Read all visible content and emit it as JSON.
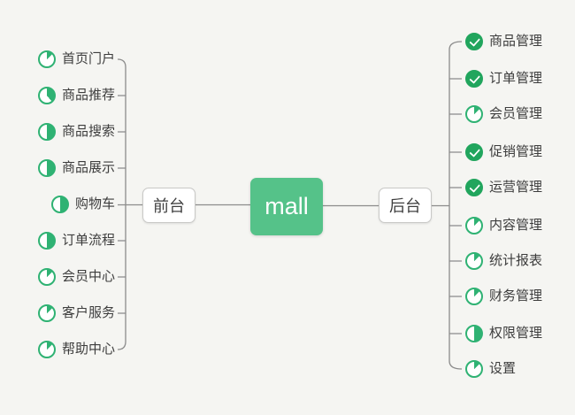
{
  "colors": {
    "background": "#f5f5f2",
    "root_green": "#55c289",
    "icon_green": "#2fb273",
    "done_green": "#21a55d",
    "line_gray": "#8b8b8b"
  },
  "root": {
    "label": "mall"
  },
  "branches": {
    "front": {
      "label": "前台",
      "items": [
        {
          "label": "首页门户",
          "progress": "12.5"
        },
        {
          "label": "商品推荐",
          "progress": "37.5"
        },
        {
          "label": "商品搜索",
          "progress": "50"
        },
        {
          "label": "商品展示",
          "progress": "50"
        },
        {
          "label": "购物车",
          "progress": "50"
        },
        {
          "label": "订单流程",
          "progress": "50"
        },
        {
          "label": "会员中心",
          "progress": "12.5"
        },
        {
          "label": "客户服务",
          "progress": "12.5"
        },
        {
          "label": "帮助中心",
          "progress": "12.5"
        }
      ]
    },
    "back": {
      "label": "后台",
      "items": [
        {
          "label": "商品管理",
          "progress": "done"
        },
        {
          "label": "订单管理",
          "progress": "done"
        },
        {
          "label": "会员管理",
          "progress": "12.5"
        },
        {
          "label": "促销管理",
          "progress": "done"
        },
        {
          "label": "运营管理",
          "progress": "done"
        },
        {
          "label": "内容管理",
          "progress": "12.5"
        },
        {
          "label": "统计报表",
          "progress": "12.5"
        },
        {
          "label": "财务管理",
          "progress": "12.5"
        },
        {
          "label": "权限管理",
          "progress": "50"
        },
        {
          "label": "设置",
          "progress": "12.5"
        }
      ]
    }
  }
}
